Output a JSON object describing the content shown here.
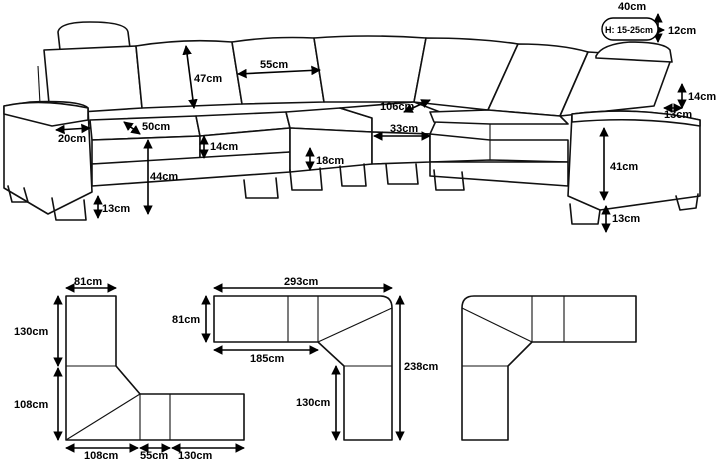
{
  "top_view": {
    "back_height": "47cm",
    "seat_width": "55cm",
    "headrest_width": "40cm",
    "headrest_thickness": "12cm",
    "headrest_adjust": "H: 15-25cm",
    "arm_top_width": "20cm",
    "seat_depth": "50cm",
    "cushion_height": "14cm",
    "seat_height": "44cm",
    "leg_height_left": "13cm",
    "base_height": "18cm",
    "corner_width": "106cm",
    "corner_front": "33cm",
    "arm_height": "41cm",
    "leg_height_right": "13cm",
    "arm_side_height": "14cm",
    "arm_side_width": "13cm"
  },
  "plan_left": {
    "top_width": "81cm",
    "upper_length": "130cm",
    "lower_length": "108cm",
    "bottom_left": "108cm",
    "bottom_mid": "55cm",
    "bottom_right": "130cm"
  },
  "plan_mid": {
    "total_width": "293cm",
    "depth": "81cm",
    "inner_width": "185cm",
    "total_height": "238cm",
    "leg_length": "130cm"
  }
}
